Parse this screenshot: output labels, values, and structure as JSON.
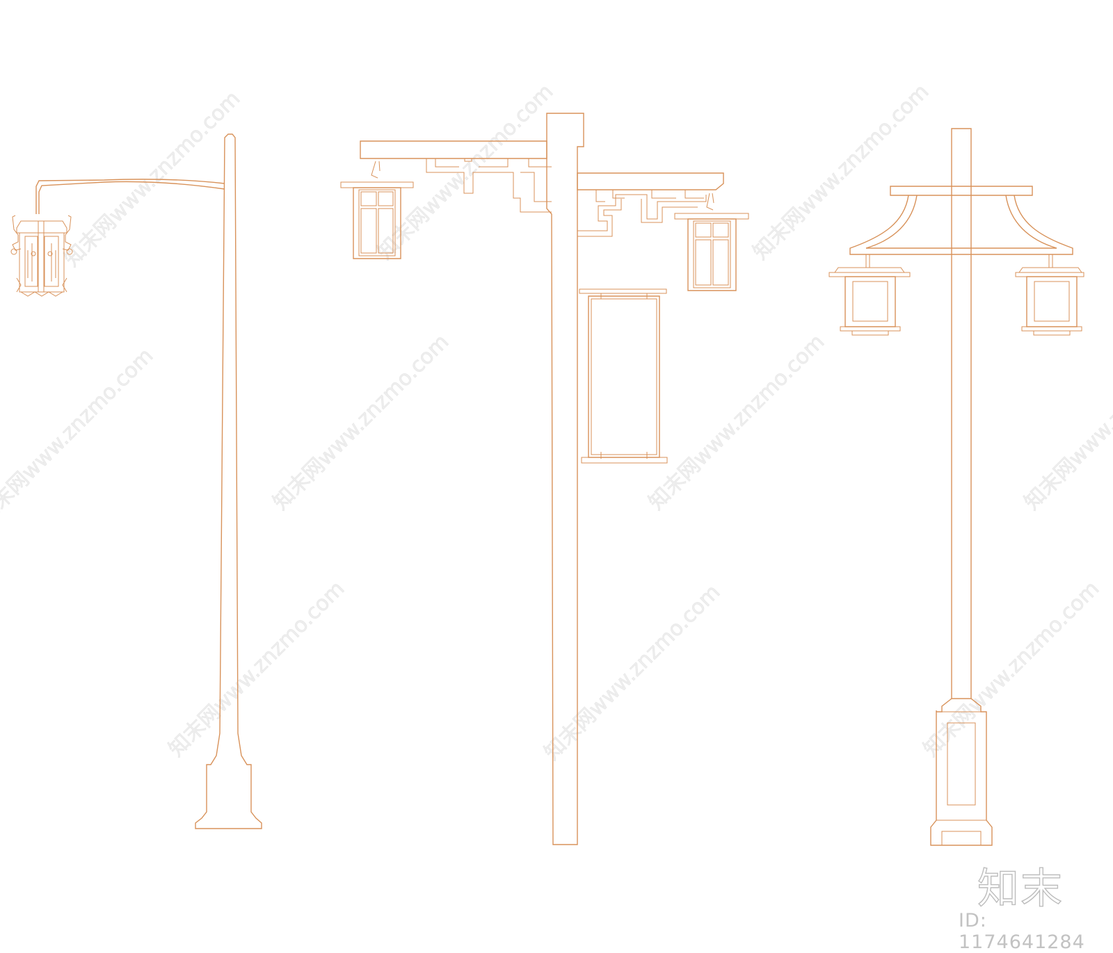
{
  "watermark": {
    "text": "知末网www.znzmo.com",
    "color": "#e8e8e8"
  },
  "brand": {
    "logo_text": "知末"
  },
  "id_label": "ID: 1174641284",
  "line_color": "#d8925a",
  "drawings": [
    "lamp-post-curved-arm-with-hanging-lantern",
    "lamp-post-fretwork-bracket-with-two-lanterns-and-banner",
    "lamp-post-pagoda-roof-with-two-lanterns"
  ]
}
